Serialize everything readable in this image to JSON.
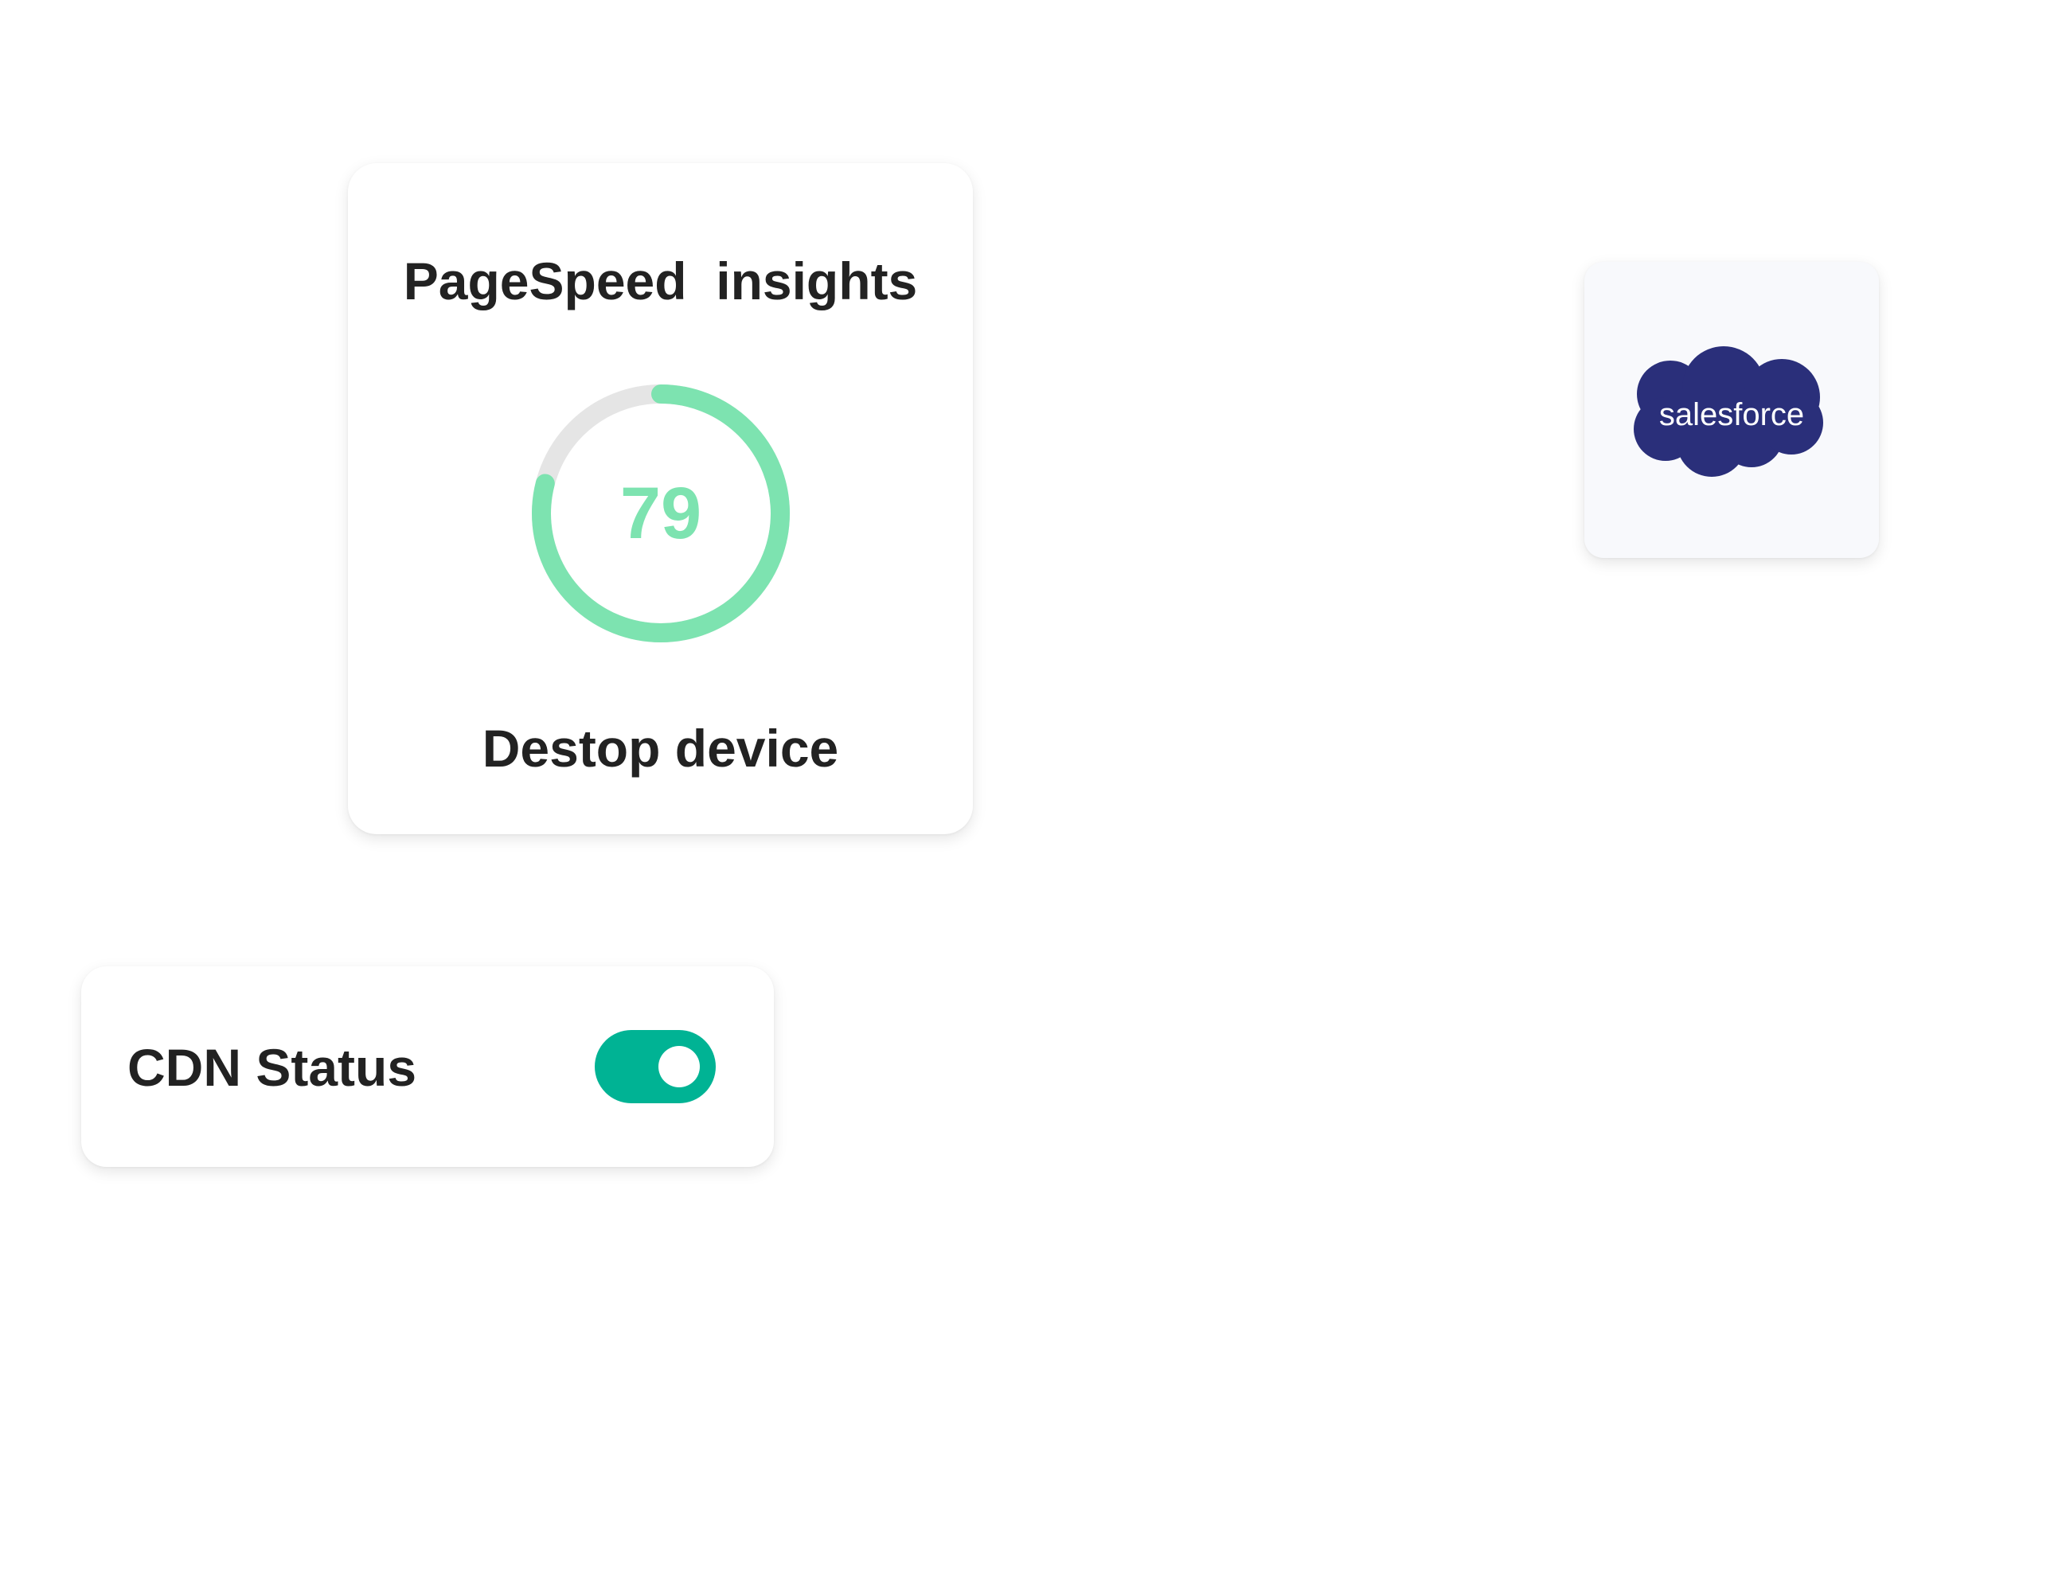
{
  "pagespeed": {
    "title": "PageSpeed  insights",
    "score": "79",
    "score_fraction": 0.79,
    "device": "Destop device",
    "ring_color": "#7de3b0",
    "track_color": "#e5e5e5"
  },
  "salesforce": {
    "logo_text": "salesforce",
    "logo_color": "#2a2f7a"
  },
  "cdn": {
    "label": "CDN Status",
    "toggle_on": true,
    "toggle_color": "#00b394"
  }
}
